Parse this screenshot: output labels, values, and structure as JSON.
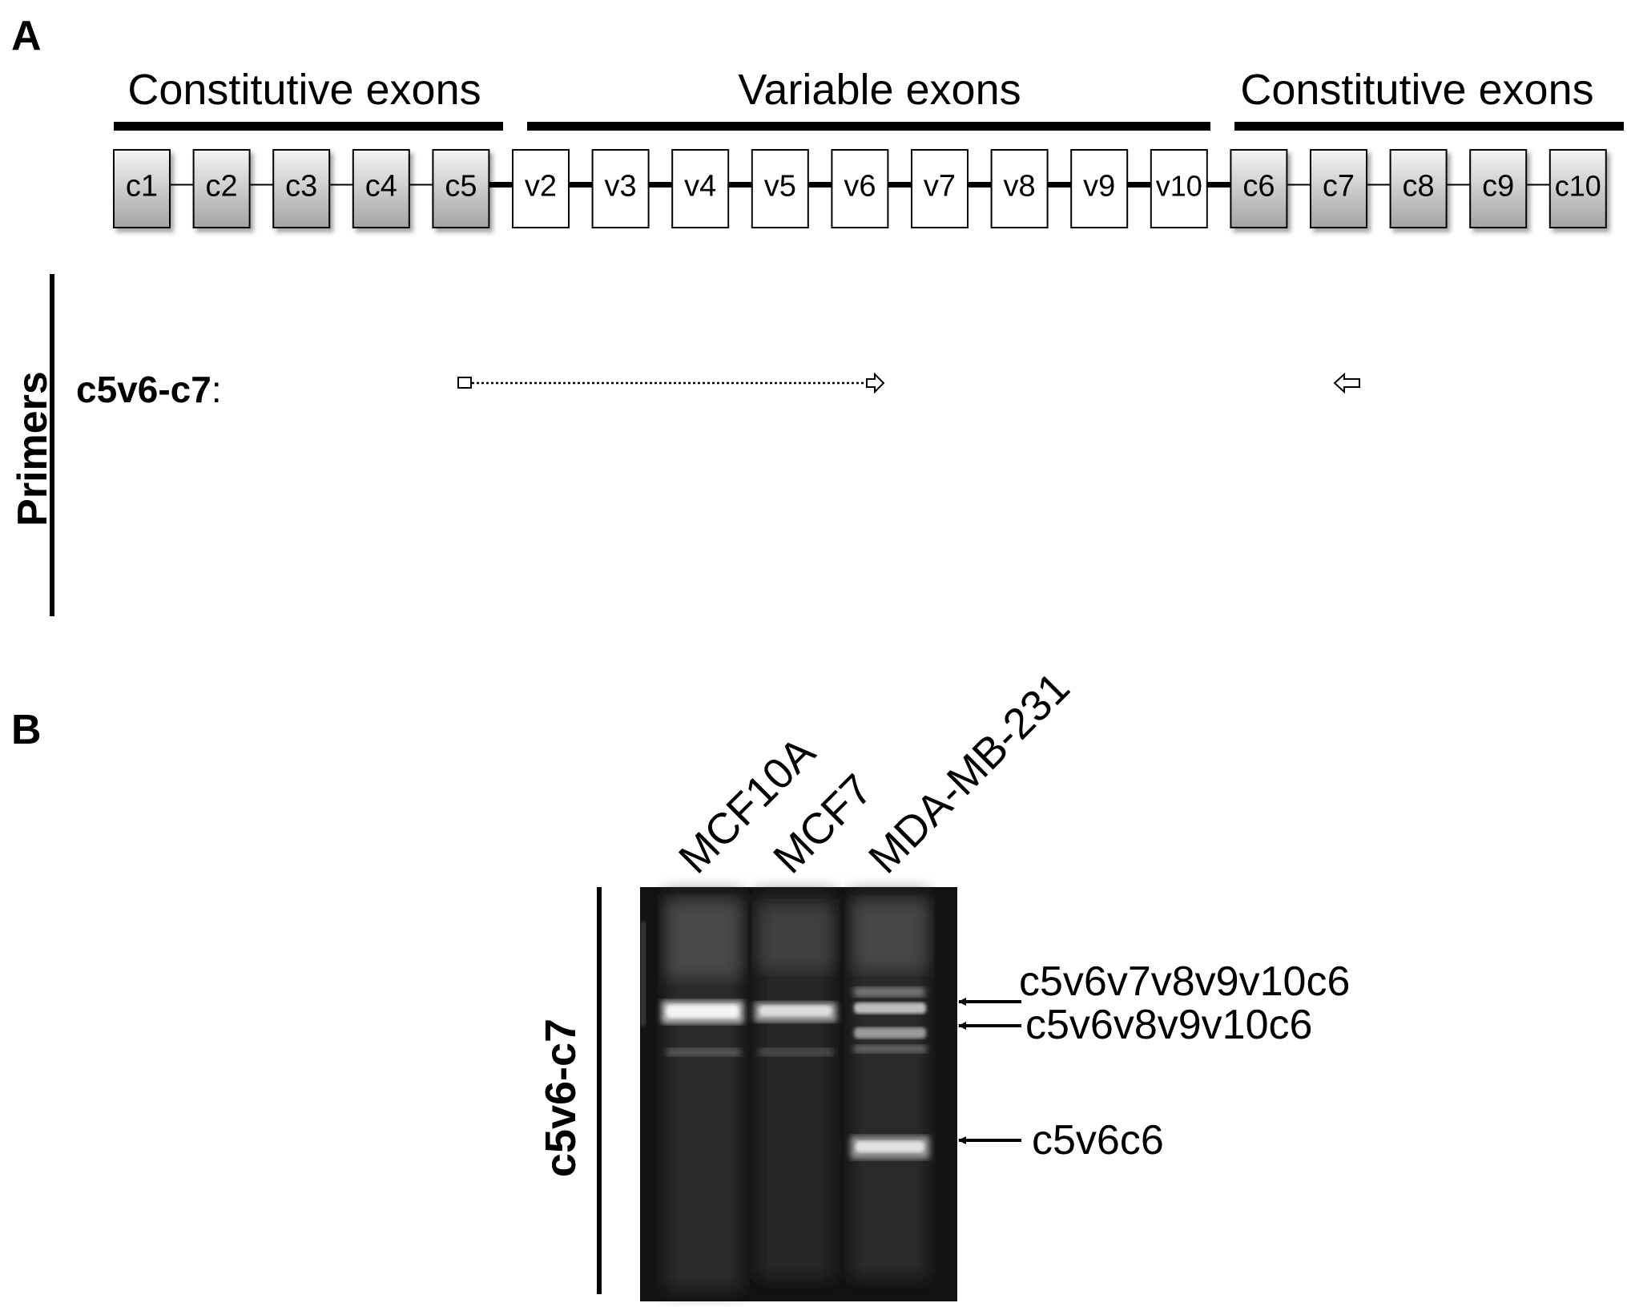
{
  "panel_a": {
    "label": "A",
    "groups": [
      {
        "label": "Constitutive exons"
      },
      {
        "label": "Variable exons"
      },
      {
        "label": "Constitutive exons"
      }
    ],
    "exons": [
      {
        "label": "c1",
        "kind": "constitutive"
      },
      {
        "label": "c2",
        "kind": "constitutive"
      },
      {
        "label": "c3",
        "kind": "constitutive"
      },
      {
        "label": "c4",
        "kind": "constitutive"
      },
      {
        "label": "c5",
        "kind": "constitutive"
      },
      {
        "label": "v2",
        "kind": "variable"
      },
      {
        "label": "v3",
        "kind": "variable"
      },
      {
        "label": "v4",
        "kind": "variable"
      },
      {
        "label": "v5",
        "kind": "variable"
      },
      {
        "label": "v6",
        "kind": "variable"
      },
      {
        "label": "v7",
        "kind": "variable"
      },
      {
        "label": "v8",
        "kind": "variable"
      },
      {
        "label": "v9",
        "kind": "variable"
      },
      {
        "label": "v10",
        "kind": "variable"
      },
      {
        "label": "c6",
        "kind": "constitutive"
      },
      {
        "label": "c7",
        "kind": "constitutive"
      },
      {
        "label": "c8",
        "kind": "constitutive"
      },
      {
        "label": "c9",
        "kind": "constitutive"
      },
      {
        "label": "c10",
        "kind": "constitutive"
      }
    ],
    "primers_label": "Primers",
    "primer_pair": {
      "name": "c5v6-c7",
      "suffix": ":"
    }
  },
  "panel_b": {
    "label": "B",
    "lanes": [
      "MCF10A",
      "MCF7",
      "MDA-MB-231"
    ],
    "side_label": "c5v6-c7",
    "band_labels": [
      "c5v6v7v8v9v10c6",
      "c5v6v8v9v10c6",
      "c5v6c6"
    ]
  },
  "colors": {
    "constitutive_fill_top": "#f2f2f2",
    "constitutive_fill_bottom": "#a6a6a6",
    "variable_fill": "#ffffff",
    "gel_background": "#121212",
    "ink": "#000000"
  }
}
